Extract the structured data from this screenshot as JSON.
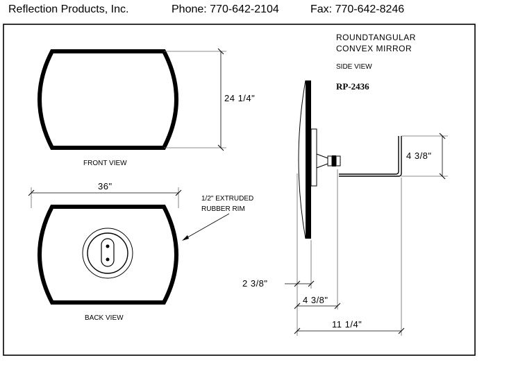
{
  "header": {
    "company": "Reflection Products, Inc.",
    "phone": "Phone: 770-642-2104",
    "fax": "Fax: 770-642-8246"
  },
  "drawing": {
    "title_line1": "ROUNDTANGULAR",
    "title_line2": "CONVEX MIRROR",
    "side_view_label": "SIDE VIEW",
    "model": "RP-2436",
    "front_view_label": "FRONT VIEW",
    "back_view_label": "BACK VIEW",
    "rim_note_line1": "1/2\" EXTRUDED",
    "rim_note_line2": "RUBBER RIM",
    "dimensions": {
      "height": "24 1/4\"",
      "width": "36\"",
      "bracket_height": "4 3/8\"",
      "mirror_depth": "2 3/8\"",
      "mount_depth": "4 3/8\"",
      "total_depth": "11 1/4\""
    }
  }
}
